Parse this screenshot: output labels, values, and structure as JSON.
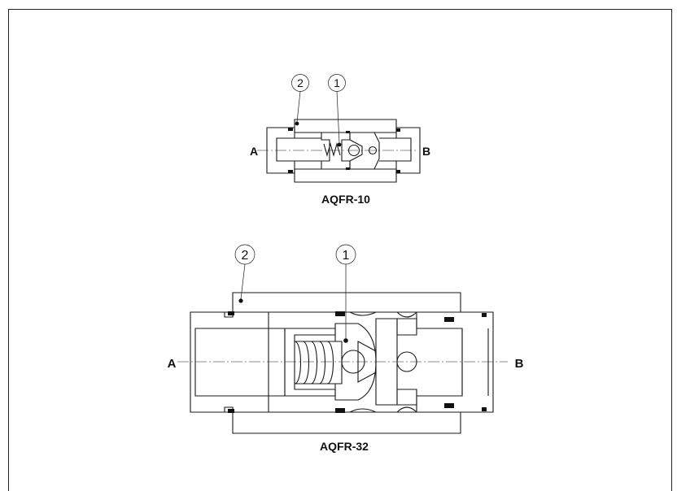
{
  "views": [
    {
      "title": "AQFR-10",
      "port_left": "A",
      "port_right": "B",
      "callouts": [
        "2",
        "1"
      ]
    },
    {
      "title": "AQFR-32",
      "port_left": "A",
      "port_right": "B",
      "callouts": [
        "2",
        "1"
      ]
    }
  ]
}
